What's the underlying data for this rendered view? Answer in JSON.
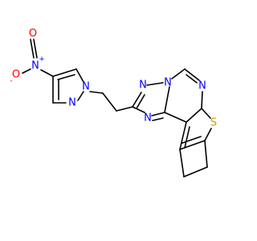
{
  "molecule": {
    "atom_labels": {
      "nitro_n": "N",
      "nitro_n_charge": "+",
      "nitro_o_top": "O",
      "nitro_o_left": "O",
      "nitro_o_left_charge": "-",
      "pyrazole_n1": "N",
      "pyrazole_n2": "N",
      "triazole_n1": "N",
      "triazole_n2": "N",
      "triazole_n3": "N",
      "pyrimidine_n": "N",
      "thiophene_s": "S"
    },
    "colors": {
      "bond": "#000000",
      "nitrogen": "#0000ff",
      "oxygen": "#ff0000",
      "sulfur": "#c8a000"
    }
  }
}
